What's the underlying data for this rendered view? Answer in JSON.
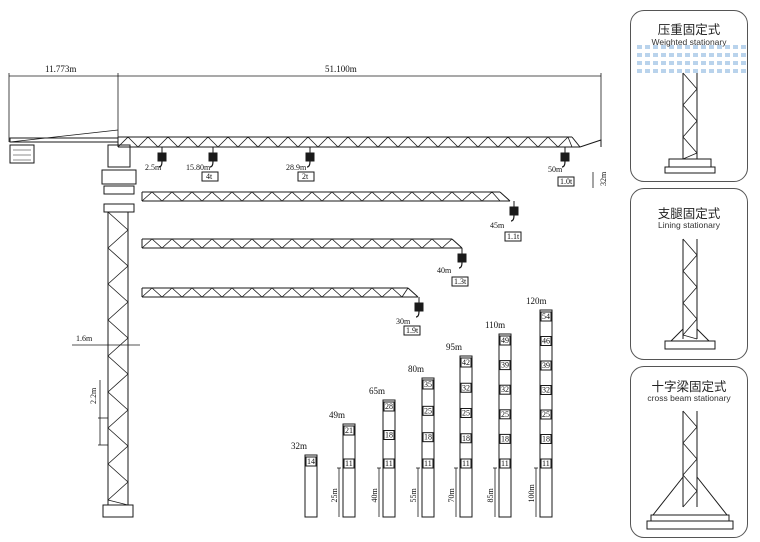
{
  "main_crane": {
    "dims": {
      "counter_jib_length": "11.773m",
      "jib_length": "51.100m",
      "tower_section_width": "1.6m",
      "section_height": "2.2m",
      "hook_height": "32m"
    },
    "load_points": [
      {
        "radius": "2.5m",
        "load": ""
      },
      {
        "radius": "15.80m",
        "load": "4t"
      },
      {
        "radius": "28.9m",
        "load": "2t"
      }
    ],
    "jib_tips": [
      {
        "radius": "50m",
        "load": "1.0t"
      },
      {
        "radius": "45m",
        "load": "1.1t"
      },
      {
        "radius": "40m",
        "load": "1.3t"
      },
      {
        "radius": "30m",
        "load": "1.9t"
      }
    ]
  },
  "towers": [
    {
      "height": "32m",
      "section_labels": [
        "14"
      ],
      "span_label": ""
    },
    {
      "height": "49m",
      "section_labels": [
        "21",
        "11"
      ],
      "span_label": "25m"
    },
    {
      "height": "65m",
      "section_labels": [
        "28",
        "18",
        "11"
      ],
      "span_label": "40m"
    },
    {
      "height": "80m",
      "section_labels": [
        "35",
        "25",
        "18",
        "11"
      ],
      "span_label": "55m"
    },
    {
      "height": "95m",
      "section_labels": [
        "42",
        "32",
        "25",
        "18",
        "11"
      ],
      "span_label": "70m"
    },
    {
      "height": "110m",
      "section_labels": [
        "49",
        "39",
        "32",
        "25",
        "18",
        "11"
      ],
      "span_label": "85m"
    },
    {
      "height": "120m",
      "section_labels": [
        "54",
        "46",
        "39",
        "32",
        "25",
        "18",
        "11"
      ],
      "span_label": "100m"
    }
  ],
  "panels": [
    {
      "title_cn": "压重固定式",
      "title_en": "Weighted  stationary"
    },
    {
      "title_cn": "支腿固定式",
      "title_en": "Lining stationary"
    },
    {
      "title_cn": "十字梁固定式",
      "title_en": "cross beam stationary"
    }
  ],
  "colors": {
    "line": "#1a1a1a",
    "panel_border": "#555555",
    "weight_blocks": "#b9d3ec"
  }
}
